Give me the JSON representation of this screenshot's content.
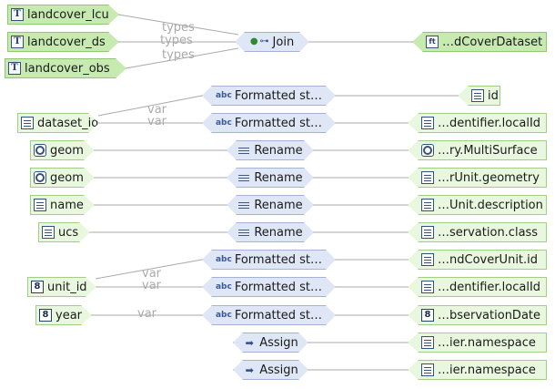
{
  "edge_labels": {
    "types": "types",
    "var": "var"
  },
  "sources": [
    {
      "key": "s_lcu",
      "label": "landcover_lcu",
      "icon": "T"
    },
    {
      "key": "s_ds",
      "label": "landcover_ds",
      "icon": "T"
    },
    {
      "key": "s_obs",
      "label": "landcover_obs",
      "icon": "T"
    },
    {
      "key": "s_dataset_id",
      "label": "dataset_id",
      "icon": "prop"
    },
    {
      "key": "s_geom1",
      "label": "geom",
      "icon": "geom"
    },
    {
      "key": "s_geom2",
      "label": "geom",
      "icon": "geom"
    },
    {
      "key": "s_name",
      "label": "name",
      "icon": "prop"
    },
    {
      "key": "s_ucs",
      "label": "ucs",
      "icon": "prop"
    },
    {
      "key": "s_unit_id",
      "label": "unit_id",
      "icon": "8"
    },
    {
      "key": "s_year",
      "label": "year",
      "icon": "8"
    }
  ],
  "functions": [
    {
      "key": "f_join",
      "label": "Join",
      "icon": "join"
    },
    {
      "key": "f_fmt1",
      "label": "Formatted st…",
      "icon": "abc"
    },
    {
      "key": "f_fmt2",
      "label": "Formatted st…",
      "icon": "abc"
    },
    {
      "key": "f_ren1",
      "label": "Rename",
      "icon": "list"
    },
    {
      "key": "f_ren2",
      "label": "Rename",
      "icon": "list"
    },
    {
      "key": "f_ren3",
      "label": "Rename",
      "icon": "list"
    },
    {
      "key": "f_ren4",
      "label": "Rename",
      "icon": "list"
    },
    {
      "key": "f_fmt3",
      "label": "Formatted st…",
      "icon": "abc"
    },
    {
      "key": "f_fmt4",
      "label": "Formatted st…",
      "icon": "abc"
    },
    {
      "key": "f_fmt5",
      "label": "Formatted st…",
      "icon": "abc"
    },
    {
      "key": "f_asg1",
      "label": "Assign",
      "icon": "assign"
    },
    {
      "key": "f_asg2",
      "label": "Assign",
      "icon": "assign"
    }
  ],
  "targets": [
    {
      "key": "t_dataset",
      "label": "…dCoverDataset",
      "icon": "ft"
    },
    {
      "key": "t_id",
      "label": "id",
      "icon": "prop"
    },
    {
      "key": "t_localid1",
      "label": "…dentifier.localId",
      "icon": "prop"
    },
    {
      "key": "t_multisurface",
      "label": "…ry.MultiSurface",
      "icon": "geom"
    },
    {
      "key": "t_geometry",
      "label": "…rUnit.geometry",
      "icon": "prop"
    },
    {
      "key": "t_description",
      "label": "…Unit.description",
      "icon": "prop"
    },
    {
      "key": "t_class",
      "label": "…servation.class",
      "icon": "prop"
    },
    {
      "key": "t_unit_id",
      "label": "…ndCoverUnit.id",
      "icon": "prop"
    },
    {
      "key": "t_localid2",
      "label": "…dentifier.localId",
      "icon": "prop"
    },
    {
      "key": "t_date",
      "label": "…bservationDate",
      "icon": "8"
    },
    {
      "key": "t_ns1",
      "label": "…ier.namespace",
      "icon": "prop"
    },
    {
      "key": "t_ns2",
      "label": "…ier.namespace",
      "icon": "prop"
    }
  ]
}
